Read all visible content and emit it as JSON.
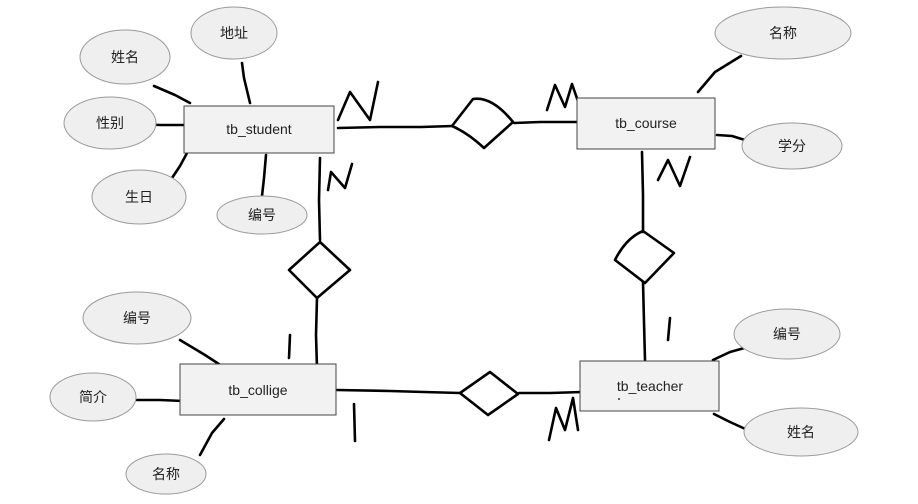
{
  "entities": {
    "student": "tb_student",
    "course": "tb_course",
    "college": "tb_collige",
    "teacher": "tb_teacher"
  },
  "attributes": {
    "student_address": "地址",
    "student_name": "姓名",
    "student_gender": "性别",
    "student_birthday": "生日",
    "student_id": "编号",
    "course_name": "名称",
    "course_credit": "学分",
    "college_id": "编号",
    "college_intro": "简介",
    "college_name": "名称",
    "teacher_id": "编号",
    "teacher_name": "姓名"
  },
  "cardinality": {
    "student_course_student_side": "N",
    "student_course_course_side": "M",
    "student_college_student_side": "N",
    "student_college_college_side": "1",
    "course_teacher_course_side": "N",
    "course_teacher_teacher_side": "1",
    "college_teacher_college_side": "1",
    "college_teacher_teacher_side": "N"
  }
}
